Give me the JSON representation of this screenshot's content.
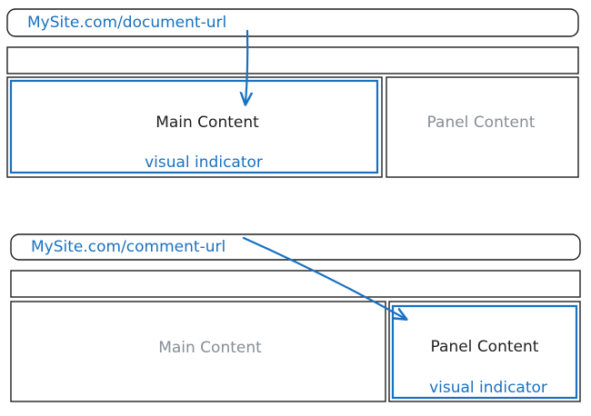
{
  "colors": {
    "ink": "#1e1e1e",
    "accent": "#1971c2",
    "muted": "#868e96",
    "background": "#ffffff"
  },
  "scenario_document": {
    "url": "MySite.com/document-url",
    "main_label": "Main Content",
    "panel_label": "Panel Content",
    "indicator": "visual indicator",
    "highlighted": "main"
  },
  "scenario_comment": {
    "url": "MySite.com/comment-url",
    "main_label": "Main Content",
    "panel_label": "Panel Content",
    "indicator": "visual indicator",
    "highlighted": "panel"
  }
}
